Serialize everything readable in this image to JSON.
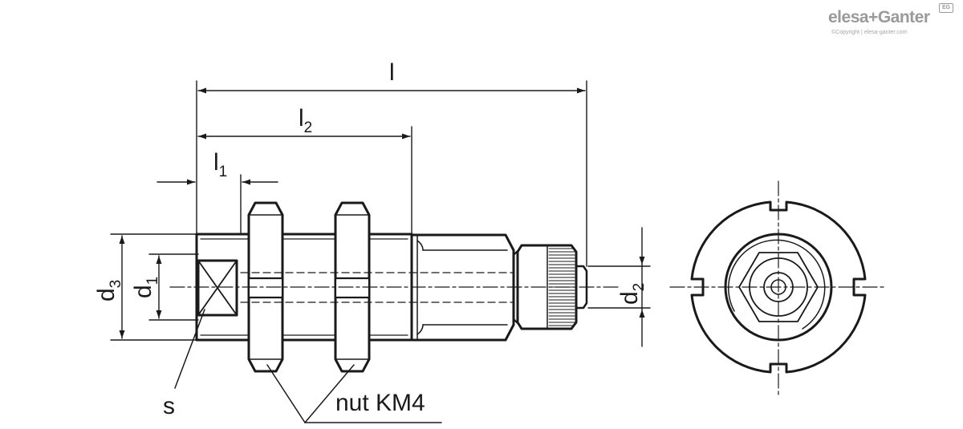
{
  "logo": {
    "wordmark": "elesa+Ganter",
    "badge": "EG",
    "copyright": "©Copyright | elesa-ganter.com"
  },
  "dimensions": {
    "l": {
      "base": "l",
      "sub": ""
    },
    "l2": {
      "base": "l",
      "sub": "2"
    },
    "l1": {
      "base": "l",
      "sub": "1"
    },
    "d3": {
      "base": "d",
      "sub": "3"
    },
    "d1": {
      "base": "d",
      "sub": "1"
    },
    "d2": {
      "base": "d",
      "sub": "2"
    }
  },
  "callouts": {
    "s": "s",
    "nut": "nut KM4"
  },
  "colors": {
    "line": "#1a1a1a",
    "logo": "#9a9a9a"
  }
}
